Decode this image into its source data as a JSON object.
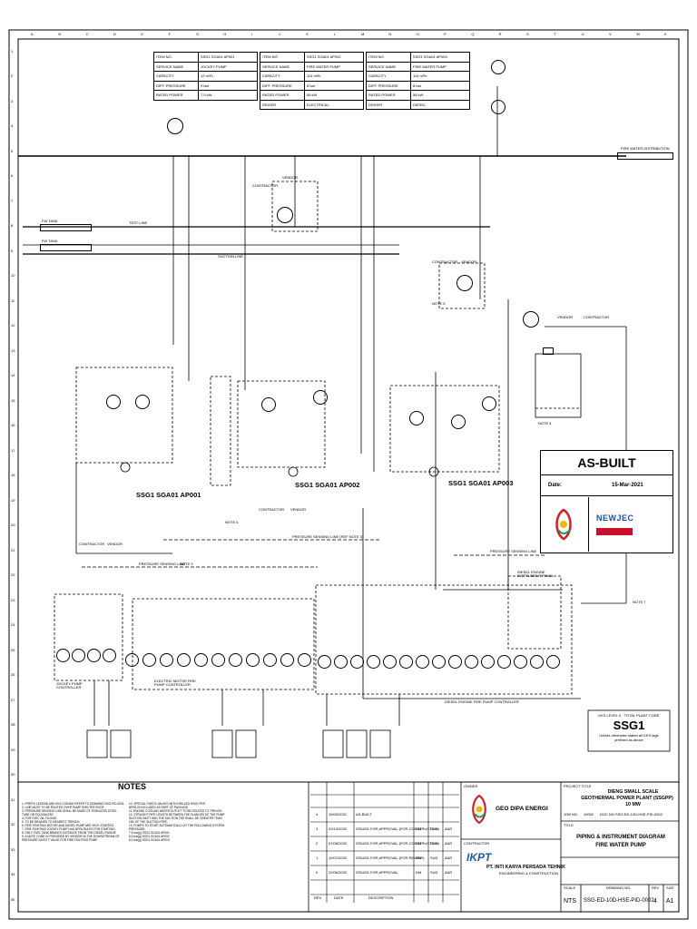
{
  "pump_tables": [
    {
      "rows": [
        [
          "ITEM NO.",
          "SSG1 SGA01 AP001"
        ],
        [
          "SERVICE NAME",
          "JOCKEY PUMP"
        ],
        [
          "CAPACITY",
          "12 m³/h"
        ],
        [
          "DIFF. PRESSURE",
          "9 bar"
        ],
        [
          "RATED POWER",
          "7.5 kW"
        ]
      ]
    },
    {
      "rows": [
        [
          "ITEM NO.",
          "SSG1 SGA01 AP002"
        ],
        [
          "SERVICE NAME",
          "FIRE WATER PUMP"
        ],
        [
          "CAPACITY",
          "114 m³/h"
        ],
        [
          "DIFF. PRESSURE",
          "8 bar"
        ],
        [
          "RATED POWER",
          "56 kW"
        ],
        [
          "DRIVER",
          "ELECTRICAL"
        ]
      ]
    },
    {
      "rows": [
        [
          "ITEM NO.",
          "SSG1 SGA01 AP003"
        ],
        [
          "SERVICE NAME",
          "FIRE WATER PUMP"
        ],
        [
          "CAPACITY",
          "114 m³/h"
        ],
        [
          "DIFF. PRESSURE",
          "8 bar"
        ],
        [
          "RATED POWER",
          "56 kW"
        ],
        [
          "DRIVER",
          "DIESEL"
        ]
      ]
    }
  ],
  "grid": {
    "cols": [
      "A",
      "B",
      "C",
      "D",
      "E",
      "F",
      "G",
      "H",
      "I",
      "J",
      "K",
      "L",
      "M",
      "N",
      "O",
      "P",
      "Q",
      "R",
      "S",
      "T",
      "U",
      "V",
      "W",
      "X"
    ],
    "rows": [
      "1",
      "2",
      "3",
      "4",
      "5",
      "6",
      "7",
      "8",
      "9",
      "10",
      "11",
      "12",
      "13",
      "14",
      "15",
      "16",
      "17",
      "18",
      "19",
      "20",
      "21",
      "22",
      "23",
      "24",
      "25",
      "26",
      "27",
      "28",
      "29",
      "30",
      "31",
      "32",
      "33",
      "34",
      "35"
    ]
  },
  "labels": {
    "fire_water_distribution": "FIRE WATER DISTRIBUTION",
    "fw_tank_1": "FW TANK",
    "fw_tank_2": "FW TANK",
    "test_line": "TEST LINE",
    "suction_line": "SUCTION LINE",
    "contractor_1": "CONTRACTOR",
    "vendor_1": "VENDOR",
    "contractor_2": "CONTRACTOR",
    "vendor_2": "VENDOR",
    "contractor_3": "CONTRACTOR",
    "vendor_3": "VENDOR",
    "contractor_4": "CONTRACTOR",
    "vendor_4": "VENDOR",
    "vendor_5": "VENDOR",
    "contractor_5": "CONTRACTOR",
    "pump_1": "SSG1 SGA01 AP001",
    "pump_2": "SSG1 SGA01 AP002",
    "pump_3": "SSG1 SGA01 AP003",
    "pressure_sensing_line_1": "PRESSURE SENSING LINE",
    "pressure_sensing_line_2": "PRESSURE SENSING LINE (REF NOTE 3)",
    "pressure_sensing_line_3": "PRESSURE SENSING LINE",
    "note_3": "NOTE 3",
    "note_4": "NOTE 4",
    "note_5": "NOTE 5",
    "note_6": "NOTE 6",
    "note_7": "NOTE 7",
    "jockey_controller": "JOCKEY PUMP CONTROLLER",
    "electric_motor_controller": "ELECTRIC MOTOR FIRE PUMP CONTROLLER",
    "diesel_controller": "DIESEL ENGINE FIRE PUMP CONTROLLER",
    "diesel_engine_panel": "DIESEL ENGINE INSTRUMENT PANEL"
  },
  "asbuilt": {
    "title": "AS-BUILT",
    "date_label": "Date:",
    "date_value": "15-Mar-2021",
    "logo_text": "NEWJEC"
  },
  "kks": {
    "line1": "KKS LEVEL 0 - TOTAL PLANT CODE",
    "code": "SSG1",
    "line2": "Unless otherwise stated all KKS tags",
    "line3": "prefixed as above"
  },
  "notes": {
    "title": "NOTES",
    "left": [
      "1. PREFIX LEGEND AND KKS CODING REFER TO DRAWING SSG-PID-0001.",
      "2. LINE MUST TO BE ROUTED OVER PUMP SHELTER ROOF.",
      "3. PRESSURE SENSING LINE SHALL BE MADE OF STAINLESS STEEL",
      "   TUBE OR EQUIVALENT.",
      "4. FOR FUEL OIL FILLING.",
      "5. TO BE DRAINED TO NEAREST TRENCH.",
      "6. FIRE FIGHTING MOTOR AND DIESEL PUMP ARE SELF-STARTED.",
      "7. FIRE FIGHTING JOCKEY PUMP HAS NFPA RULES FOR STARTING.",
      "8. ONLY FUEL TANK BRANCH DISTANCE FROM THE DIESEL ENGINE.",
      "9. A NOTE COME IN PROVIDED BY VENDOR IN THE DOWNSTREAM OF",
      "   PRESSURE SAFETY VALVE FOR FIRE FIGHTING PUMP."
    ],
    "right": [
      "10. SPECIAL CHECK VALVES WITH DRILLED HOLE PER",
      "    NFPA 20 INCLUDED AS PART OF PACKAGE.",
      "11. ENGINE COOLING WATER OUTLET TO BE ROUTED TO TRENCH.",
      "12. STRAIGHT PIPE LENGTH BETWEEN THE FLANGES OF THE PUMP",
      "    SUCTION INLET AND THE SUCTION TEE SHALL BE GREATER THAN",
      "    10D OF THE SUCTION PIPE.",
      "13. PUMPS TO START AUTOMATICALLY AT THE FOLLOWING SYSTEM",
      "    PRESSURE:",
      "    7.5 bar(g) SSG1 SGA01 AP001",
      "    6.5 bar(g) SSG1 SGA01 AP002",
      "    6.0 bar(g) SSG1 SGA01 AP003"
    ]
  },
  "revisions": [
    {
      "rev": "4",
      "date": "15/03/2021",
      "desc": "AS-BUILT",
      "a": "",
      "b": "",
      "c": ""
    },
    {
      "rev": "3",
      "date": "20/10/2020",
      "desc": "ISSUED FOR APPROVAL (FOR CONSTRUCTION)",
      "a": "DM",
      "b": "SUD",
      "c": "AAR"
    },
    {
      "rev": "2",
      "date": "07/08/2020",
      "desc": "ISSUED FOR APPROVAL (FOR CONSTRUCTION)",
      "a": "DM",
      "b": "SUD",
      "c": "AAR"
    },
    {
      "rev": "1",
      "date": "10/07/2020",
      "desc": "ISSUED FOR APPROVAL (FOR REVIEW)",
      "a": "DM",
      "b": "SUD",
      "c": "AAR"
    },
    {
      "rev": "0",
      "date": "22/06/2020",
      "desc": "ISSUED FOR APPROVAL",
      "a": "DM",
      "b": "SUD",
      "c": "AAR"
    }
  ],
  "revision_header": {
    "rev": "REV",
    "date": "DATE",
    "desc": "DESCRIPTION"
  },
  "owner": {
    "label": "OWNER",
    "name": "GEO DIPA ENERGI"
  },
  "contractor": {
    "label": "CONTRACTOR",
    "name": "PT. INTI KARYA PERSADA TEHNIK",
    "sub": "ENGINEERING & CONSTRUCTION",
    "logo": "IKPT"
  },
  "project": {
    "label": "PROJECT TITLE",
    "line1": "DIENG SMALL SCALE",
    "line2": "GEOTHERMAL POWER PLANT (SSGPP)",
    "line3": "10 MW"
  },
  "job": {
    "label": "JOB NO.",
    "value": "10092",
    "doc": "DOC NO.",
    "docval": "SSG-ED-10D-HSE-PID-0002"
  },
  "title": {
    "label": "TITLE",
    "line1": "PIPING & INSTRUMENT DIAGRAM",
    "line2": "FIRE WATER PUMP"
  },
  "bottom": {
    "scale_label": "SCALE",
    "scale": "NTS",
    "drawing_label": "DRAWING NO.",
    "drawing": "SSG-ED-10D-HSE-PID-0002",
    "rev_label": "REV",
    "rev": "4",
    "size_label": "SIZE",
    "size": "A1"
  },
  "colors": {
    "line": "#000000",
    "owner_red": "#d12027",
    "owner_green": "#1a9e4a",
    "owner_yellow": "#f2b705",
    "ikpt_blue": "#1b5fa8",
    "newjec_blue": "#1f4e9a",
    "newjec_red": "#c8102e"
  }
}
